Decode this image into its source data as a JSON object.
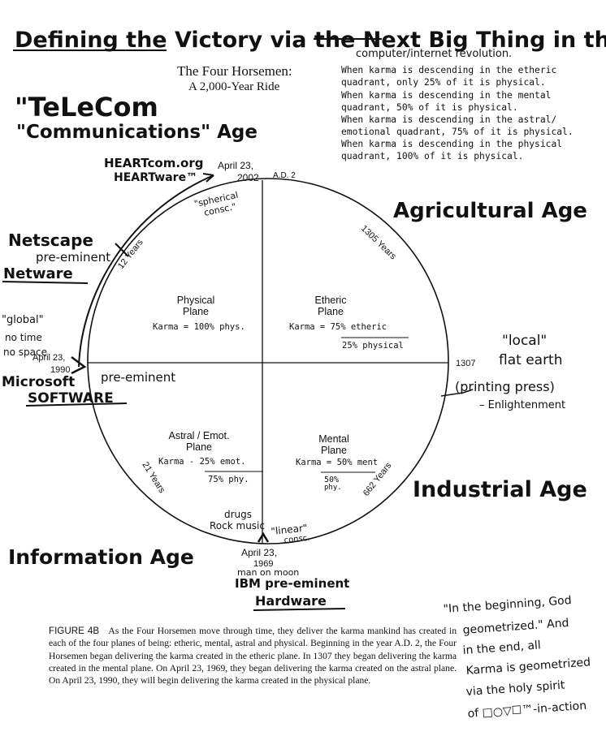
{
  "header": {
    "handwritten_line1": "Defining the Victory via the Next Big Thing in the",
    "handwritten_line2": "computer/internet revolution.",
    "title": "The Four Horsemen:",
    "subtitle": "A 2,000-Year Ride",
    "notes": [
      "When karma is descending in the etheric",
      "quadrant, only 25% of it is physical.",
      "When karma is descending in the mental",
      "quadrant, 50% of it is physical.",
      "When karma is descending in the astral/",
      "emotional quadrant, 75% of it is physical.",
      "When karma is descending in the physical",
      "quadrant, 100% of it is physical."
    ]
  },
  "ages": {
    "telecom_line1": "\"TeLeCom",
    "telecom_line2": "\"Communications\" Age",
    "agricultural": "Agricultural Age",
    "industrial": "Industrial Age",
    "information": "Information Age"
  },
  "circle": {
    "top_date": "April 23,",
    "top_year": "2002",
    "top_era": "A.D. 2",
    "right_year": "1307",
    "left_date": "April 23,",
    "left_year": "1990",
    "bottom_date": "April 23,",
    "bottom_year": "1969",
    "arc_top_right": "1305 Years",
    "arc_top_left": "12 Years",
    "arc_bottom_left": "21 Years",
    "arc_bottom_right": "662 Years"
  },
  "quadrants": {
    "physical": {
      "name1": "Physical",
      "name2": "Plane",
      "karma": "Karma = 100% phys."
    },
    "etheric": {
      "name1": "Etheric",
      "name2": "Plane",
      "karma": "Karma = 75% etheric",
      "karma2": "25% physical"
    },
    "astral": {
      "name1": "Astral / Emot.",
      "name2": "Plane",
      "karma": "Karma - 25% emot.",
      "karma2": "75% phy."
    },
    "mental": {
      "name1": "Mental",
      "name2": "Plane",
      "karma": "Karma = 50% ment",
      "karma2a": "50%",
      "karma2b": "phy."
    }
  },
  "annotations": {
    "heartcom1": "HEARTcom.org",
    "heartcom2": "HEARTware™",
    "spherical1": "\"spherical",
    "spherical2": "consc.\"",
    "netscape1": "Netscape",
    "netscape2": "pre-eminent",
    "netscape3": "Netware",
    "global1": "\"global\"",
    "global2": "no time",
    "global3": "no space",
    "microsoft1": "Microsoft",
    "microsoft2": "pre-eminent",
    "microsoft3": "SOFTWARE",
    "local1": "\"local\"",
    "local2": "flat earth",
    "local3": "(printing press)",
    "local4": "– Enlightenment",
    "drugs1": "drugs",
    "drugs2": "Rock music",
    "linear1": "\"linear\"",
    "linear2": "consc.",
    "moon": "man on moon",
    "ibm1": "IBM pre-eminent",
    "ibm2": "Hardware",
    "quote1": "\"In the beginning, God",
    "quote2": "geometrized.\" And",
    "quote3": "in the end, all",
    "quote4": "Karma is geometrized",
    "quote5": "via the holy spirit",
    "quote6": "of □○▽☐™-in-action"
  },
  "caption": {
    "figure": "FIGURE 4B",
    "text": "As the Four Horsemen move through time, they deliver the karma mankind has created in each of the four planes of being: etheric, mental, astral and physical. Beginning in the year A.D. 2, the Four Horsemen began delivering the karma created in the etheric plane. In 1307 they began delivering the karma created in the mental plane. On April 23, 1969, they began delivering the karma created on the astral plane. On April 23, 1990, they will begin delivering the karma created in the physical plane."
  }
}
